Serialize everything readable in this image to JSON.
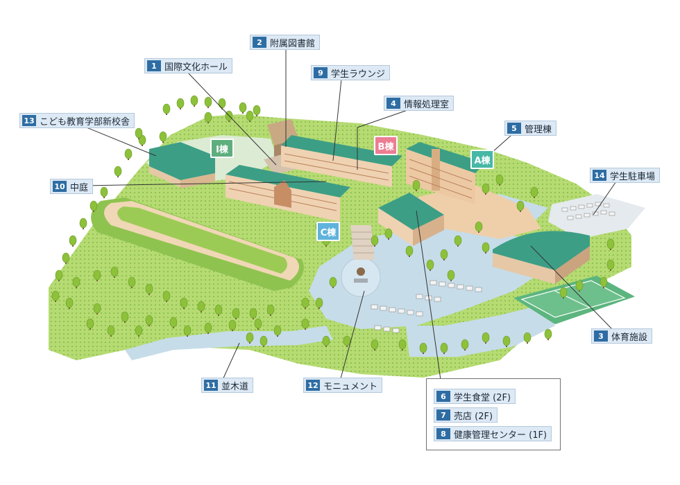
{
  "labels": [
    {
      "id": "l2",
      "num": "2",
      "text": "附属図書館"
    },
    {
      "id": "l1",
      "num": "1",
      "text": "国際文化ホール"
    },
    {
      "id": "l9",
      "num": "9",
      "text": "学生ラウンジ"
    },
    {
      "id": "l4",
      "num": "4",
      "text": "情報処理室"
    },
    {
      "id": "l5",
      "num": "5",
      "text": "管理棟"
    },
    {
      "id": "l13",
      "num": "13",
      "text": "こども教育学部新校舎"
    },
    {
      "id": "l14",
      "num": "14",
      "text": "学生駐車場"
    },
    {
      "id": "l10",
      "num": "10",
      "text": "中庭"
    },
    {
      "id": "l3",
      "num": "3",
      "text": "体育施設"
    },
    {
      "id": "l11",
      "num": "11",
      "text": "並木道"
    },
    {
      "id": "l12",
      "num": "12",
      "text": "モニュメント"
    }
  ],
  "legend": [
    {
      "num": "6",
      "text": "学生食堂 (2F)"
    },
    {
      "num": "7",
      "text": "売店 (2F)"
    },
    {
      "num": "8",
      "text": "健康管理センター (1F)"
    }
  ],
  "building_tags": [
    {
      "id": "tI",
      "text": "I棟",
      "color": "#5fae7e"
    },
    {
      "id": "tB",
      "text": "B棟",
      "color": "#ec7d93"
    },
    {
      "id": "tA",
      "text": "A棟",
      "color": "#47b7a6"
    },
    {
      "id": "tC",
      "text": "C棟",
      "color": "#5fb3dc"
    }
  ],
  "colors": {
    "lawn": "#b5db72",
    "lawn_dark": "#8fc34f",
    "plaza": "#dcebd3",
    "path": "#c6dce9",
    "roof": "#3d9e86",
    "wall": "#e6c8a6",
    "field": "#9ccb55",
    "track": "#f0d7b5",
    "court": "#5cb57e",
    "tree": "#8dc13a"
  }
}
